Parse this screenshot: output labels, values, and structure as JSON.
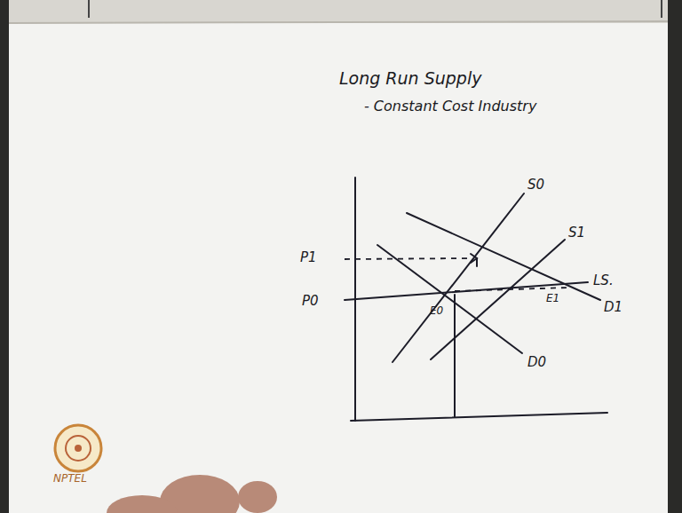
{
  "diagram": {
    "title": "Long Run Supply",
    "labels": [
      "- Constant Cost Industry",
      "S0",
      "S1",
      "P1",
      "P0",
      "LS.",
      "E0",
      "E1",
      "D1",
      "D0",
      "NPTEL"
    ]
  }
}
